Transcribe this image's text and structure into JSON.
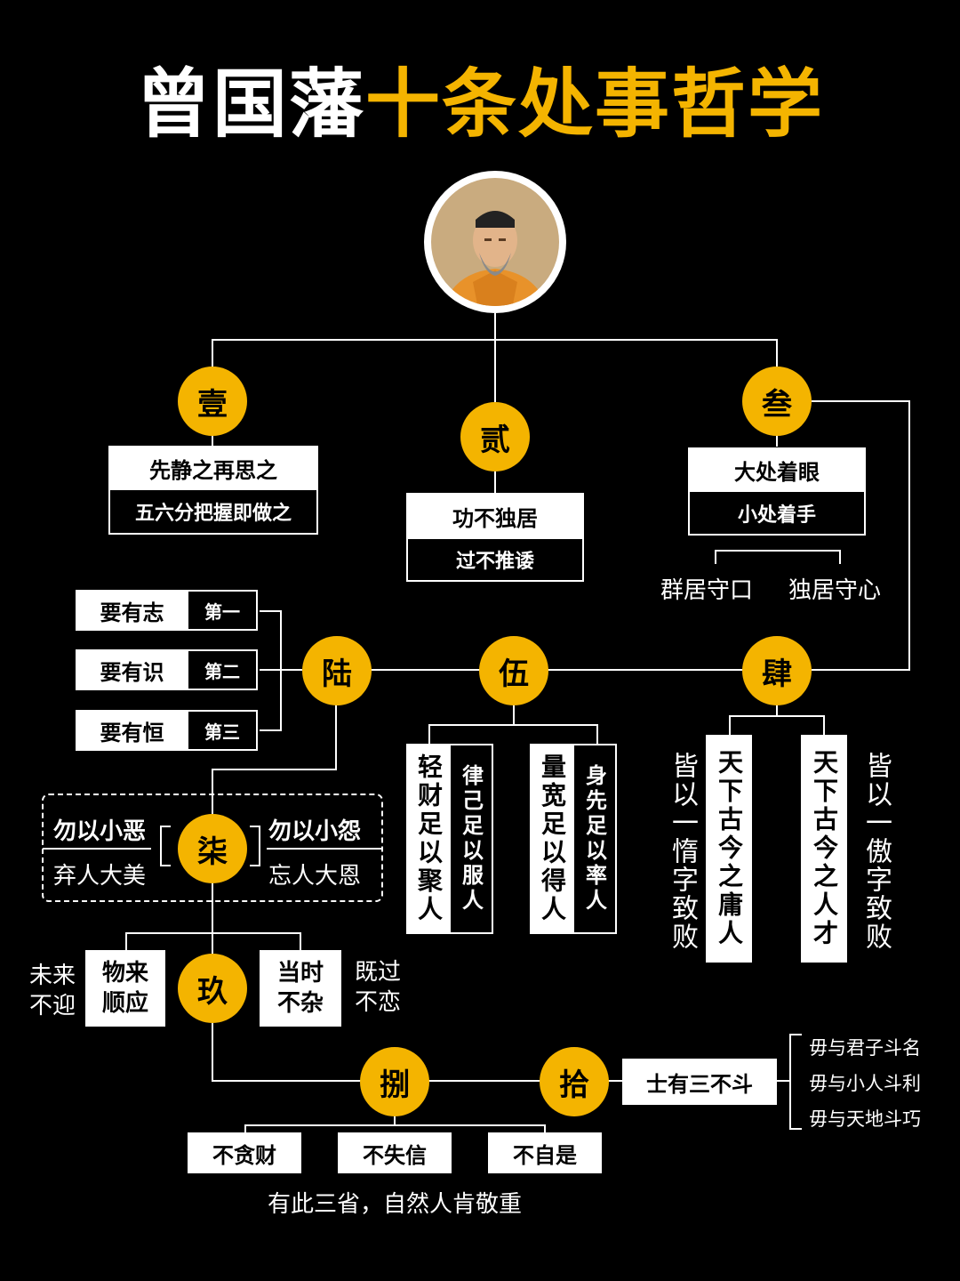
{
  "title": {
    "part1": "曾国藩",
    "part2": "十条处事哲学"
  },
  "colors": {
    "accent": "#f4b400",
    "background": "#000000",
    "box": "#ffffff"
  },
  "portrait": {
    "icon": "zeng-guofan-portrait"
  },
  "numbers": {
    "n1": "壹",
    "n2": "贰",
    "n3": "叁",
    "n4": "肆",
    "n5": "伍",
    "n6": "陆",
    "n7": "柒",
    "n8": "捌",
    "n9": "玖",
    "n10": "拾"
  },
  "rule1": {
    "top": "先静之再思之",
    "bottom": "五六分把握即做之"
  },
  "rule2": {
    "top": "功不独居",
    "bottom": "过不推诿"
  },
  "rule3": {
    "top": "大处着眼",
    "bottom": "小处着手",
    "left": "群居守口",
    "right": "独居守心"
  },
  "rule4": {
    "col1": "皆以一惰字致败",
    "col2": "天下古今之庸人",
    "col3": "天下古今之人才",
    "col4": "皆以一傲字致败"
  },
  "rule5": {
    "col1": "轻财足以聚人",
    "col2": "律己足以服人",
    "col3": "量宽足以得人",
    "col4": "身先足以率人"
  },
  "rule6": {
    "items": [
      {
        "label": "要有志",
        "rank": "第一"
      },
      {
        "label": "要有识",
        "rank": "第二"
      },
      {
        "label": "要有恒",
        "rank": "第三"
      }
    ]
  },
  "rule7": {
    "left_top": "勿以小恶",
    "left_bottom": "弃人大美",
    "right_top": "勿以小怨",
    "right_bottom": "忘人大恩"
  },
  "rule8": {
    "items": [
      "不贪财",
      "不失信",
      "不自是"
    ],
    "footer": "有此三省，自然人肯敬重"
  },
  "rule9": {
    "outer_left_1": "未来",
    "outer_left_2": "不迎",
    "box_left_1": "物来",
    "box_left_2": "顺应",
    "box_right_1": "当时",
    "box_right_2": "不杂",
    "outer_right_1": "既过",
    "outer_right_2": "不恋"
  },
  "rule10": {
    "main": "士有三不斗",
    "items": [
      "毋与君子斗名",
      "毋与小人斗利",
      "毋与天地斗巧"
    ]
  }
}
